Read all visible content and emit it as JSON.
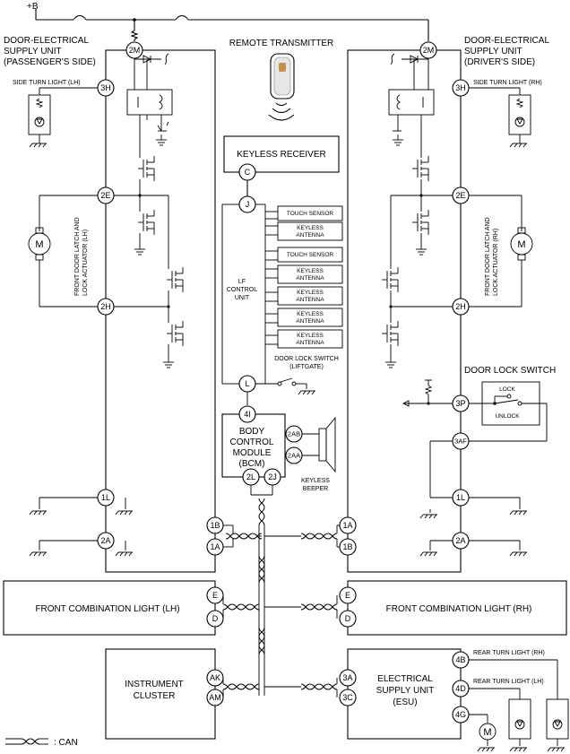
{
  "power": {
    "label": "+B"
  },
  "units": {
    "desu_passenger": [
      "DOOR-ELECTRICAL",
      "SUPPLY UNIT",
      "(PASSENGER'S SIDE)"
    ],
    "desu_driver": [
      "DOOR-ELECTRICAL",
      "SUPPLY UNIT",
      "(DRIVER'S SIDE)"
    ],
    "remote_transmitter": "REMOTE TRANSMITTER",
    "keyless_receiver": "KEYLESS RECEIVER",
    "lf_control_unit": [
      "LF",
      "CONTROL",
      "UNIT"
    ],
    "bcm": [
      "BODY",
      "CONTROL",
      "MODULE",
      "(BCM)"
    ],
    "keyless_beeper": [
      "KEYLESS",
      "BEEPER"
    ],
    "door_lock_switch_liftgate": [
      "DOOR LOCK SWITCH",
      "(LIFTGATE)"
    ],
    "door_lock_switch": "DOOR LOCK SWITCH",
    "lock": "LOCK",
    "unlock": "UNLOCK",
    "front_combination_lh": "FRONT COMBINATION LIGHT (LH)",
    "front_combination_rh": "FRONT COMBINATION LIGHT (RH)",
    "instrument_cluster": [
      "INSTRUMENT",
      "CLUSTER"
    ],
    "esu": [
      "ELECTRICAL",
      "SUPPLY UNIT",
      "(ESU)"
    ]
  },
  "lf_subunits": {
    "touch_sensor": "TOUCH SENSOR",
    "keyless_antenna": [
      "KEYLESS",
      "ANTENNA"
    ]
  },
  "loads": {
    "side_turn_lh": "SIDE TURN LIGHT (LH)",
    "side_turn_rh": "SIDE TURN LIGHT (RH)",
    "latch_lh": [
      "FRONT DOOR LATCH AND",
      "LOCK ACTUATOR (LH)"
    ],
    "latch_rh": [
      "FRONT DOOR LATCH AND",
      "LOCK ACTUATOR (RH)"
    ],
    "rear_turn_rh": "REAR TURN LIGHT (RH)",
    "rear_turn_lh": "REAR TURN LIGHT (LH)",
    "motor": "M"
  },
  "terminals": {
    "t2M": "2M",
    "t3H": "3H",
    "t2E": "2E",
    "t2H": "2H",
    "t1L": "1L",
    "t2A": "2A",
    "t1B": "1B",
    "t1A": "1A",
    "tC": "C",
    "tJ": "J",
    "tL": "L",
    "t4I": "4I",
    "t2AB": "2AB",
    "t2AA": "2AA",
    "t2L": "2L",
    "t2J": "2J",
    "t3P": "3P",
    "t3AF": "3AF",
    "tE": "E",
    "tD": "D",
    "tAK": "AK",
    "tAM": "AM",
    "t3A": "3A",
    "t3C": "3C",
    "t4B": "4B",
    "t4D": "4D",
    "t4G": "4G"
  },
  "legend": {
    "can": ": CAN"
  }
}
